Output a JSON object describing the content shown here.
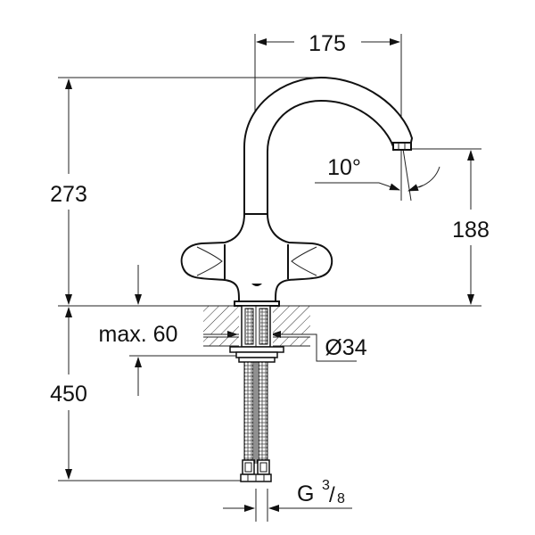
{
  "drawing": {
    "subject": "single-hole two-handle basin faucet",
    "colors": {
      "line": "#111111",
      "background": "#ffffff"
    }
  },
  "dimensions": {
    "spout_reach": "175",
    "total_height": "273",
    "outlet_height": "188",
    "outlet_angle": "10°",
    "max_deck_thickness": "max. 60",
    "mounting_hole_diameter": "Ø34",
    "hose_length": "450",
    "connection_thread_prefix": "G",
    "connection_thread_num": "3",
    "connection_thread_sep": "/",
    "connection_thread_den": "8"
  }
}
